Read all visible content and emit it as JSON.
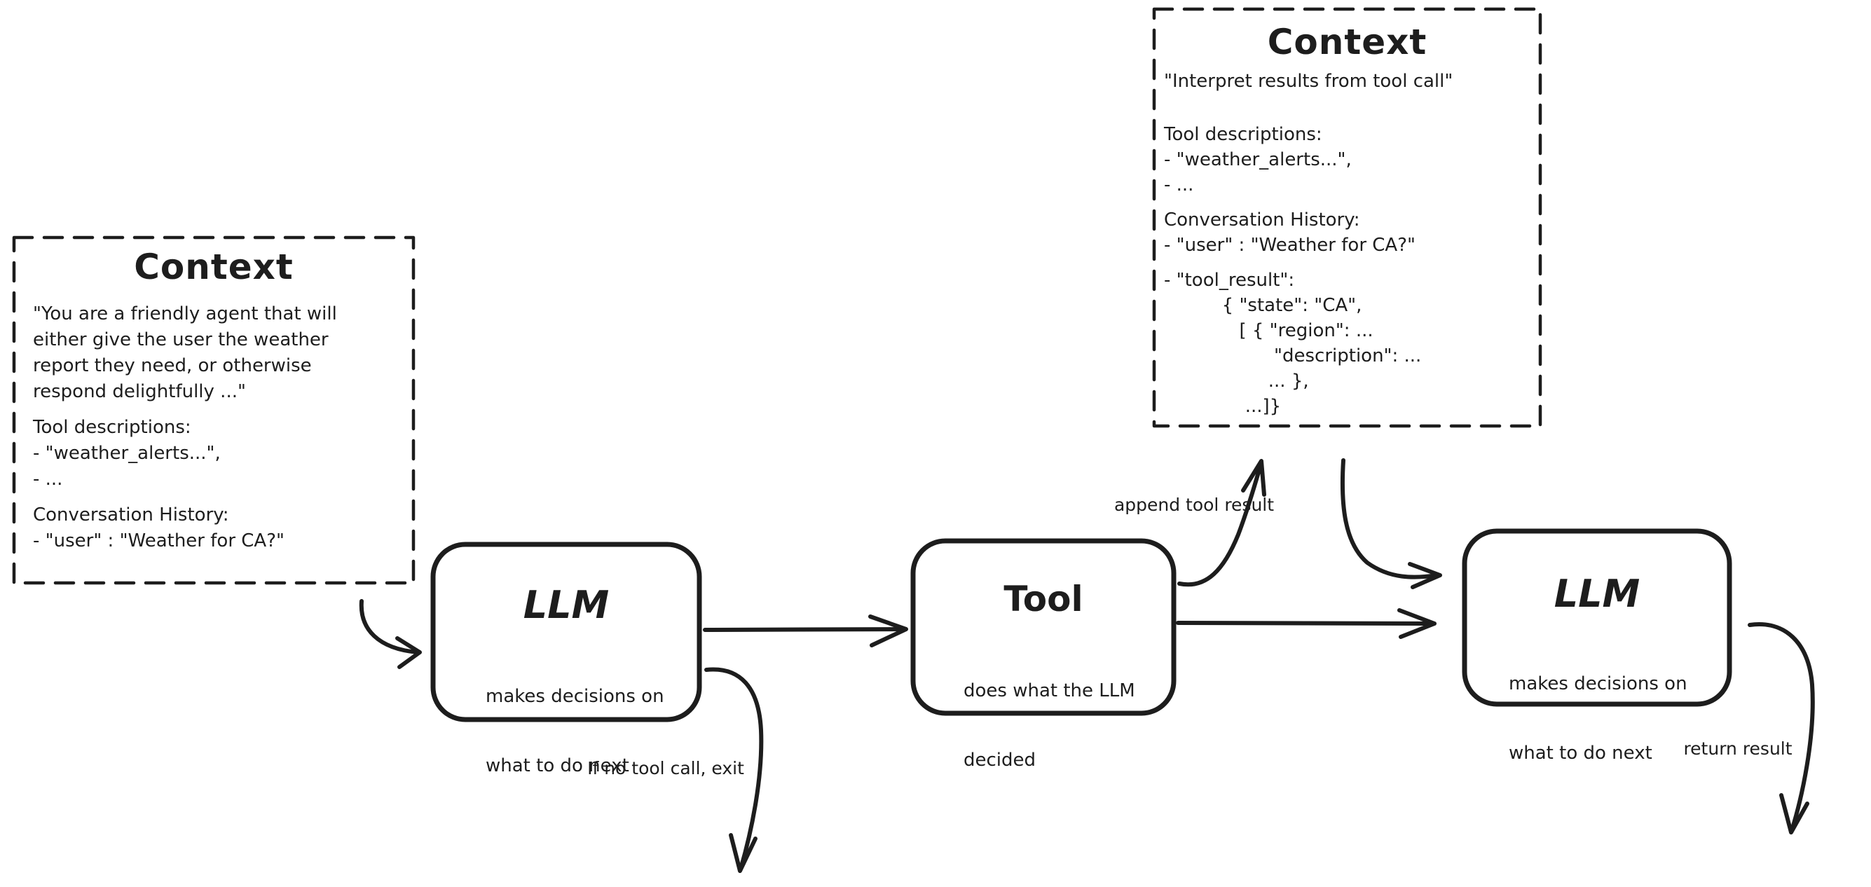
{
  "colors": {
    "ink": "#1d1d1d",
    "background": "#ffffff"
  },
  "context_left": {
    "title": "Context",
    "lines": [
      "\"You are a friendly agent that will",
      "either give the user the weather",
      "report they need, or otherwise",
      "respond delightfully ...\"",
      "Tool descriptions:",
      "- \"weather_alerts...\",",
      "- ...",
      "Conversation History:",
      "- \"user\" : \"Weather for CA?\""
    ]
  },
  "context_right": {
    "title": "Context",
    "lines": [
      "\"Interpret results from tool call\"",
      "Tool descriptions:",
      "- \"weather_alerts...\",",
      "- ...",
      "Conversation History:",
      "- \"user\" : \"Weather for CA?\"",
      "- \"tool_result\":",
      "          { \"state\": \"CA\",",
      "             [ { \"region\": ...",
      "                   \"description\": ...",
      "                  ... },",
      "              ...]}"
    ]
  },
  "nodes": {
    "llm1": {
      "title": "LLM",
      "desc1": "makes decisions on",
      "desc2": "what to do next"
    },
    "tool": {
      "title": "Tool",
      "desc1": "does what the LLM",
      "desc2": "decided"
    },
    "llm2": {
      "title": "LLM",
      "desc1": "makes decisions on",
      "desc2": "what to do next"
    }
  },
  "labels": {
    "append_tool_result": "append tool result",
    "if_no_tool_call": "If no tool call, exit",
    "return_result": "return result"
  }
}
